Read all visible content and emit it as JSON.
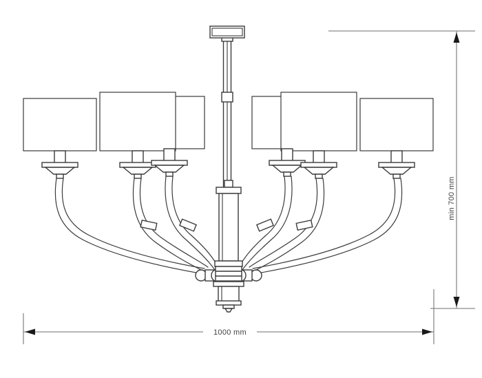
{
  "drawing": {
    "title": "chandelier-technical-dimension-drawing",
    "subject": "6-arm chandelier with rectangular drum shades",
    "background_color": "#ffffff",
    "line_color": "#3a3a3a",
    "dimension_line_color": "#8a8a8a",
    "arrow_color": "#1a1a1a",
    "text_color": "#3f3f3f"
  },
  "dimensions": {
    "width": {
      "label": "1000 mm",
      "value": 1000,
      "unit": "mm",
      "orientation": "horizontal",
      "position": "bottom"
    },
    "height": {
      "label": "min 700 mm",
      "value": 700,
      "unit": "mm",
      "qualifier": "min",
      "orientation": "vertical",
      "position": "right"
    }
  },
  "parts": {
    "ceiling_plate": "ceiling-mount-plate",
    "suspension_rod": "suspension-rod",
    "rod_joint": "rod-joint-coupler",
    "central_body": "central-column-body",
    "hub": "lower-hub-assembly",
    "finial": "bottom-finial",
    "arms": "curved-lamp-arms",
    "bobeches": "bobeche-cups",
    "shades": "rectangular-drum-shades"
  },
  "shade_count": 6,
  "arm_count": 6
}
